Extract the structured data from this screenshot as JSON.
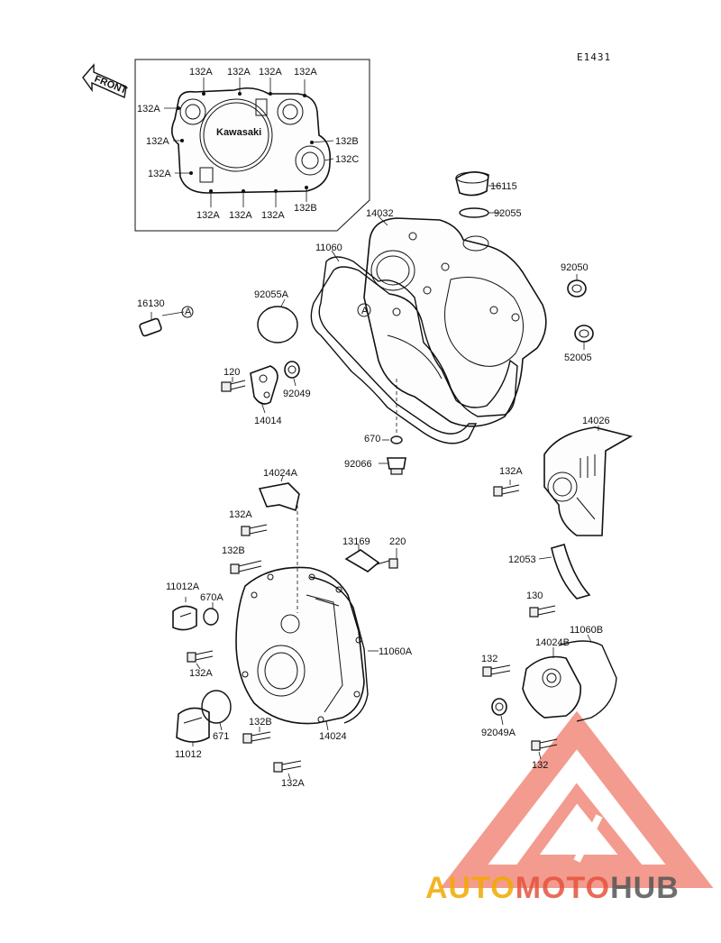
{
  "diagram": {
    "code": "E1431",
    "front_label": "FRONT",
    "logo_text": "Kawasaki",
    "marker": "A",
    "labels": {
      "l132A_t1": "132A",
      "l132A_t2": "132A",
      "l132A_t3": "132A",
      "l132A_t4": "132A",
      "l132A_l1": "132A",
      "l132A_l2": "132A",
      "l132A_l3": "132A",
      "l132B_r": "132B",
      "l132C_r": "132C",
      "l132A_b1": "132A",
      "l132A_b2": "132A",
      "l132A_b3": "132A",
      "l132B_b": "132B",
      "l16115": "16115",
      "l92055": "92055",
      "l14032": "14032",
      "l11060": "11060",
      "l92050": "92050",
      "l16130": "16130",
      "l92055A": "92055A",
      "l52005": "52005",
      "l120": "120",
      "l92049": "92049",
      "l14014": "14014",
      "l670": "670",
      "l92066": "92066",
      "l14026": "14026",
      "l132A_14026": "132A",
      "l14024A": "14024A",
      "l132A_mid": "132A",
      "l132B_mid": "132B",
      "l13169": "13169",
      "l220": "220",
      "l12053": "12053",
      "l11012A": "11012A",
      "l670A": "670A",
      "l130": "130",
      "l11060B": "11060B",
      "l132A_lower": "132A",
      "l11060A": "11060A",
      "l132_r1": "132",
      "l14024B": "14024B",
      "l671": "671",
      "l132B_low": "132B",
      "l14024": "14024",
      "l92049A": "92049A",
      "l11012": "11012",
      "l132_r2": "132",
      "l132A_bot": "132A"
    }
  },
  "watermark": {
    "part1": "AUTO",
    "part2": "MOTO",
    "part3": "HUB",
    "color1": "#f2a900",
    "color2": "#e5533d",
    "color3": "#555555"
  }
}
